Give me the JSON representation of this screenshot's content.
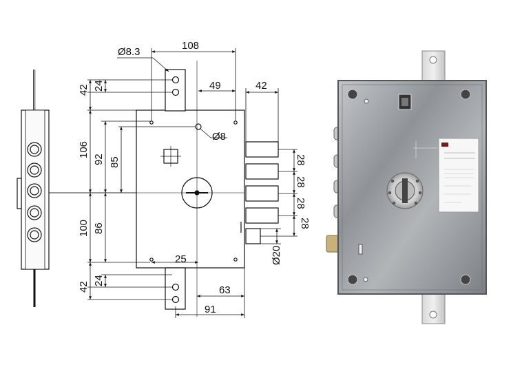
{
  "dimensions": {
    "hole_diameter": "Ø8.3",
    "top_width": "108",
    "bolt_offset": "49",
    "bolt_depth": "42",
    "top_plate_height": "42",
    "top_plate_hole": "24",
    "upper_height": "106",
    "upper_hole_height": "92",
    "upper_spindle_height": "85",
    "spindle_diameter": "Ø8",
    "bolt_pitch_1": "28",
    "bolt_pitch_2": "28",
    "bolt_pitch_3": "28",
    "bolt_pitch_4": "28",
    "lower_height": "100",
    "lower_hole_height": "86",
    "cylinder_diameter": "Ø20",
    "lower_hole_offset": "25",
    "bottom_plate_hole": "24",
    "bottom_plate_height": "42",
    "cylinder_offset": "63",
    "bottom_width": "91"
  },
  "colors": {
    "line": "#111111",
    "plate_metal": "#9ea2a6",
    "bolt_metal": "#c8c8c8",
    "brass": "#c9b27a"
  },
  "icons": {
    "cylinder": "keyhole-cylinder-icon",
    "spindle": "square-spindle-icon"
  }
}
